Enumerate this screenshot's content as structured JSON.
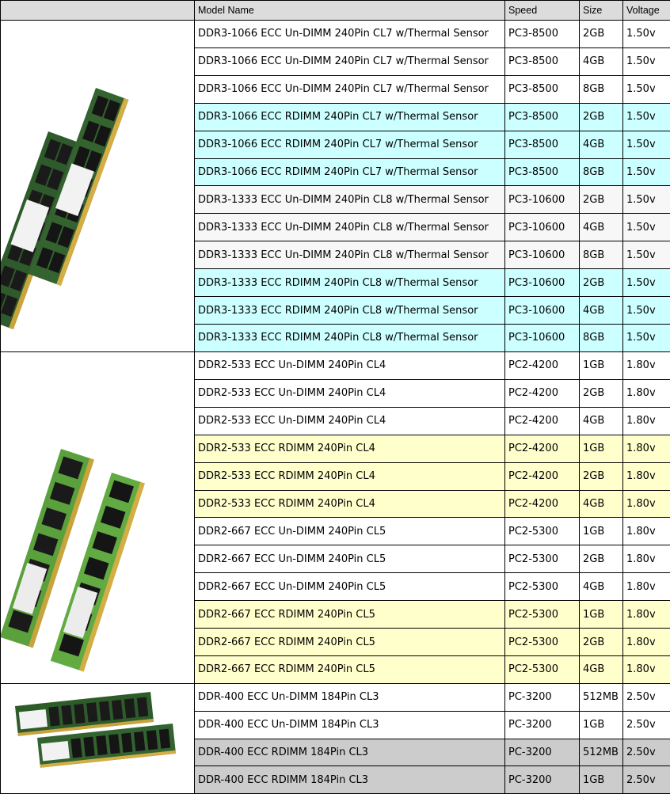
{
  "table": {
    "headers": [
      "Model Name",
      "Speed",
      "Size",
      "Voltage"
    ],
    "groups": [
      {
        "image_icon": "ddr3-memory-module-icon",
        "rows": [
          {
            "model": "DDR3-1066 ECC Un-DIMM 240Pin CL7 w/Thermal Sensor",
            "speed": "PC3-8500",
            "size": "2GB",
            "voltage": "1.50v",
            "shade": "#ffffff"
          },
          {
            "model": "DDR3-1066 ECC Un-DIMM 240Pin CL7 w/Thermal Sensor",
            "speed": "PC3-8500",
            "size": "4GB",
            "voltage": "1.50v",
            "shade": "#ffffff"
          },
          {
            "model": "DDR3-1066 ECC Un-DIMM 240Pin CL7 w/Thermal Sensor",
            "speed": "PC3-8500",
            "size": "8GB",
            "voltage": "1.50v",
            "shade": "#ffffff"
          },
          {
            "model": "DDR3-1066 ECC RDIMM 240Pin CL7 w/Thermal Sensor",
            "speed": "PC3-8500",
            "size": "2GB",
            "voltage": "1.50v",
            "shade": "#ccffff"
          },
          {
            "model": "DDR3-1066 ECC RDIMM 240Pin CL7 w/Thermal Sensor",
            "speed": "PC3-8500",
            "size": "4GB",
            "voltage": "1.50v",
            "shade": "#ccffff"
          },
          {
            "model": "DDR3-1066 ECC RDIMM 240Pin CL7 w/Thermal Sensor",
            "speed": "PC3-8500",
            "size": "8GB",
            "voltage": "1.50v",
            "shade": "#ccffff"
          },
          {
            "model": "DDR3-1333 ECC Un-DIMM 240Pin CL8 w/Thermal Sensor",
            "speed": "PC3-10600",
            "size": "2GB",
            "voltage": "1.50v",
            "shade": "#f7f7f7"
          },
          {
            "model": "DDR3-1333 ECC Un-DIMM 240Pin CL8 w/Thermal Sensor",
            "speed": "PC3-10600",
            "size": "4GB",
            "voltage": "1.50v",
            "shade": "#f7f7f7"
          },
          {
            "model": "DDR3-1333 ECC Un-DIMM 240Pin CL8 w/Thermal Sensor",
            "speed": "PC3-10600",
            "size": "8GB",
            "voltage": "1.50v",
            "shade": "#f7f7f7"
          },
          {
            "model": "DDR3-1333 ECC RDIMM 240Pin CL8 w/Thermal Sensor",
            "speed": "PC3-10600",
            "size": "2GB",
            "voltage": "1.50v",
            "shade": "#ccffff"
          },
          {
            "model": "DDR3-1333 ECC RDIMM 240Pin CL8 w/Thermal Sensor",
            "speed": "PC3-10600",
            "size": "4GB",
            "voltage": "1.50v",
            "shade": "#ccffff"
          },
          {
            "model": "DDR3-1333 ECC RDIMM 240Pin CL8 w/Thermal Sensor",
            "speed": "PC3-10600",
            "size": "8GB",
            "voltage": "1.50v",
            "shade": "#ccffff"
          }
        ]
      },
      {
        "image_icon": "ddr2-memory-module-icon",
        "rows": [
          {
            "model": "DDR2-533 ECC Un-DIMM 240Pin CL4",
            "speed": "PC2-4200",
            "size": "1GB",
            "voltage": "1.80v",
            "shade": "#ffffff"
          },
          {
            "model": "DDR2-533 ECC Un-DIMM 240Pin CL4",
            "speed": "PC2-4200",
            "size": "2GB",
            "voltage": "1.80v",
            "shade": "#ffffff"
          },
          {
            "model": "DDR2-533 ECC Un-DIMM 240Pin CL4",
            "speed": "PC2-4200",
            "size": "4GB",
            "voltage": "1.80v",
            "shade": "#ffffff"
          },
          {
            "model": "DDR2-533 ECC RDIMM 240Pin CL4",
            "speed": "PC2-4200",
            "size": "1GB",
            "voltage": "1.80v",
            "shade": "#ffffcc"
          },
          {
            "model": "DDR2-533 ECC RDIMM 240Pin CL4",
            "speed": "PC2-4200",
            "size": "2GB",
            "voltage": "1.80v",
            "shade": "#ffffcc"
          },
          {
            "model": "DDR2-533 ECC RDIMM 240Pin CL4",
            "speed": "PC2-4200",
            "size": "4GB",
            "voltage": "1.80v",
            "shade": "#ffffcc"
          },
          {
            "model": "DDR2-667 ECC Un-DIMM 240Pin CL5",
            "speed": "PC2-5300",
            "size": "1GB",
            "voltage": "1.80v",
            "shade": "#ffffff"
          },
          {
            "model": "DDR2-667 ECC Un-DIMM 240Pin CL5",
            "speed": "PC2-5300",
            "size": "2GB",
            "voltage": "1.80v",
            "shade": "#ffffff"
          },
          {
            "model": "DDR2-667 ECC Un-DIMM 240Pin CL5",
            "speed": "PC2-5300",
            "size": "4GB",
            "voltage": "1.80v",
            "shade": "#ffffff"
          },
          {
            "model": "DDR2-667 ECC RDIMM 240Pin CL5",
            "speed": "PC2-5300",
            "size": "1GB",
            "voltage": "1.80v",
            "shade": "#ffffcc"
          },
          {
            "model": "DDR2-667 ECC RDIMM 240Pin CL5",
            "speed": "PC2-5300",
            "size": "2GB",
            "voltage": "1.80v",
            "shade": "#ffffcc"
          },
          {
            "model": "DDR2-667 ECC RDIMM 240Pin CL5",
            "speed": "PC2-5300",
            "size": "4GB",
            "voltage": "1.80v",
            "shade": "#ffffcc"
          }
        ]
      },
      {
        "image_icon": "ddr-memory-module-icon",
        "rows": [
          {
            "model": "DDR-400 ECC Un-DIMM 184Pin CL3",
            "speed": "PC-3200",
            "size": "512MB",
            "voltage": "2.50v",
            "shade": "#ffffff"
          },
          {
            "model": "DDR-400 ECC Un-DIMM 184Pin CL3",
            "speed": "PC-3200",
            "size": "1GB",
            "voltage": "2.50v",
            "shade": "#ffffff"
          },
          {
            "model": "DDR-400 ECC RDIMM 184Pin CL3",
            "speed": "PC-3200",
            "size": "512MB",
            "voltage": "2.50v",
            "shade": "#cccccc"
          },
          {
            "model": "DDR-400 ECC RDIMM 184Pin CL3",
            "speed": "PC-3200",
            "size": "1GB",
            "voltage": "2.50v",
            "shade": "#cccccc"
          }
        ]
      }
    ]
  }
}
